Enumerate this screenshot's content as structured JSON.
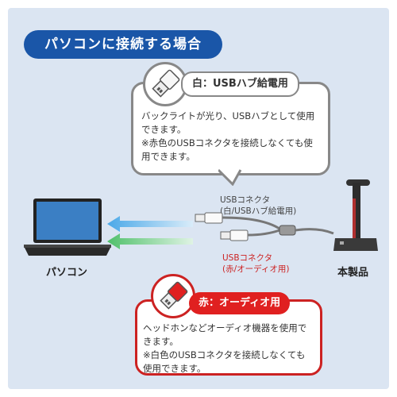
{
  "title": "パソコンに接続する場合",
  "top_callout": {
    "label": "白：USBハブ給電用",
    "text": "バックライトが光り、USBハブとして使用できます。\n※赤色のUSBコネクタを接続しなくても使用できます。"
  },
  "bottom_callout": {
    "label": "赤：オーディオ用",
    "text": "ヘッドホンなどオーディオ機器を使用できます。\n※白色のUSBコネクタを接続しなくても使用できます。"
  },
  "connector_white_label": "USBコネクタ\n(白/USBハブ給電用)",
  "connector_red_label": "USBコネクタ\n(赤/オーディオ用)",
  "pc_label": "パソコン",
  "product_label": "本製品",
  "colors": {
    "blue": "#1a56a8",
    "red": "#e02020",
    "arrow_blue": "#4aa8e8",
    "arrow_green": "#4fc06a"
  }
}
